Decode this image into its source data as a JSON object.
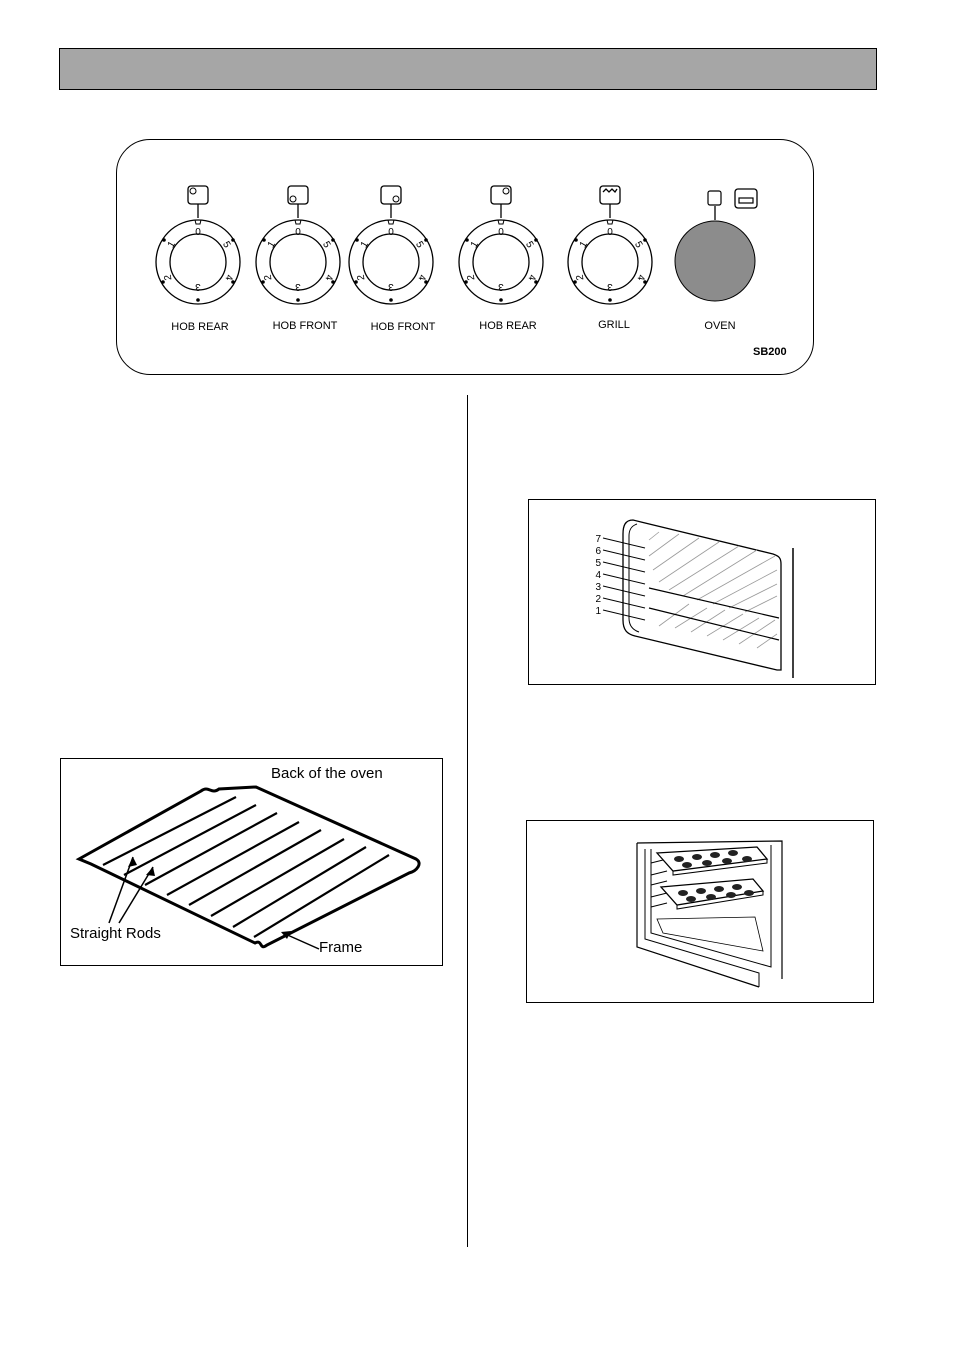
{
  "control_panel": {
    "knobs": [
      {
        "label": "HOB REAR",
        "icon": "hob-rear-left-icon",
        "numbers": [
          "0",
          "1",
          "2",
          "3",
          "4",
          "5"
        ]
      },
      {
        "label": "HOB FRONT",
        "icon": "hob-front-left-icon",
        "numbers": [
          "0",
          "1",
          "2",
          "3",
          "4",
          "5"
        ]
      },
      {
        "label": "HOB FRONT",
        "icon": "hob-front-right-icon",
        "numbers": [
          "0",
          "1",
          "2",
          "3",
          "4",
          "5"
        ]
      },
      {
        "label": "HOB REAR",
        "icon": "hob-rear-right-icon",
        "numbers": [
          "0",
          "1",
          "2",
          "3",
          "4",
          "5"
        ]
      },
      {
        "label": "GRILL",
        "icon": "grill-icon",
        "numbers": [
          "0",
          "1",
          "2",
          "3",
          "4",
          "5"
        ]
      }
    ],
    "oven": {
      "label": "OVEN",
      "knob_color": "#8c8c8c"
    },
    "model": "SB200"
  },
  "shelf_figure": {
    "back_label": "Back of the oven",
    "rods_label": "Straight Rods",
    "frame_label": "Frame"
  },
  "oven_positions_figure": {
    "levels": [
      "7",
      "6",
      "5",
      "4",
      "3",
      "2",
      "1"
    ]
  },
  "colors": {
    "header_bar": "#a6a6a6",
    "oven_knob": "#8c8c8c"
  }
}
